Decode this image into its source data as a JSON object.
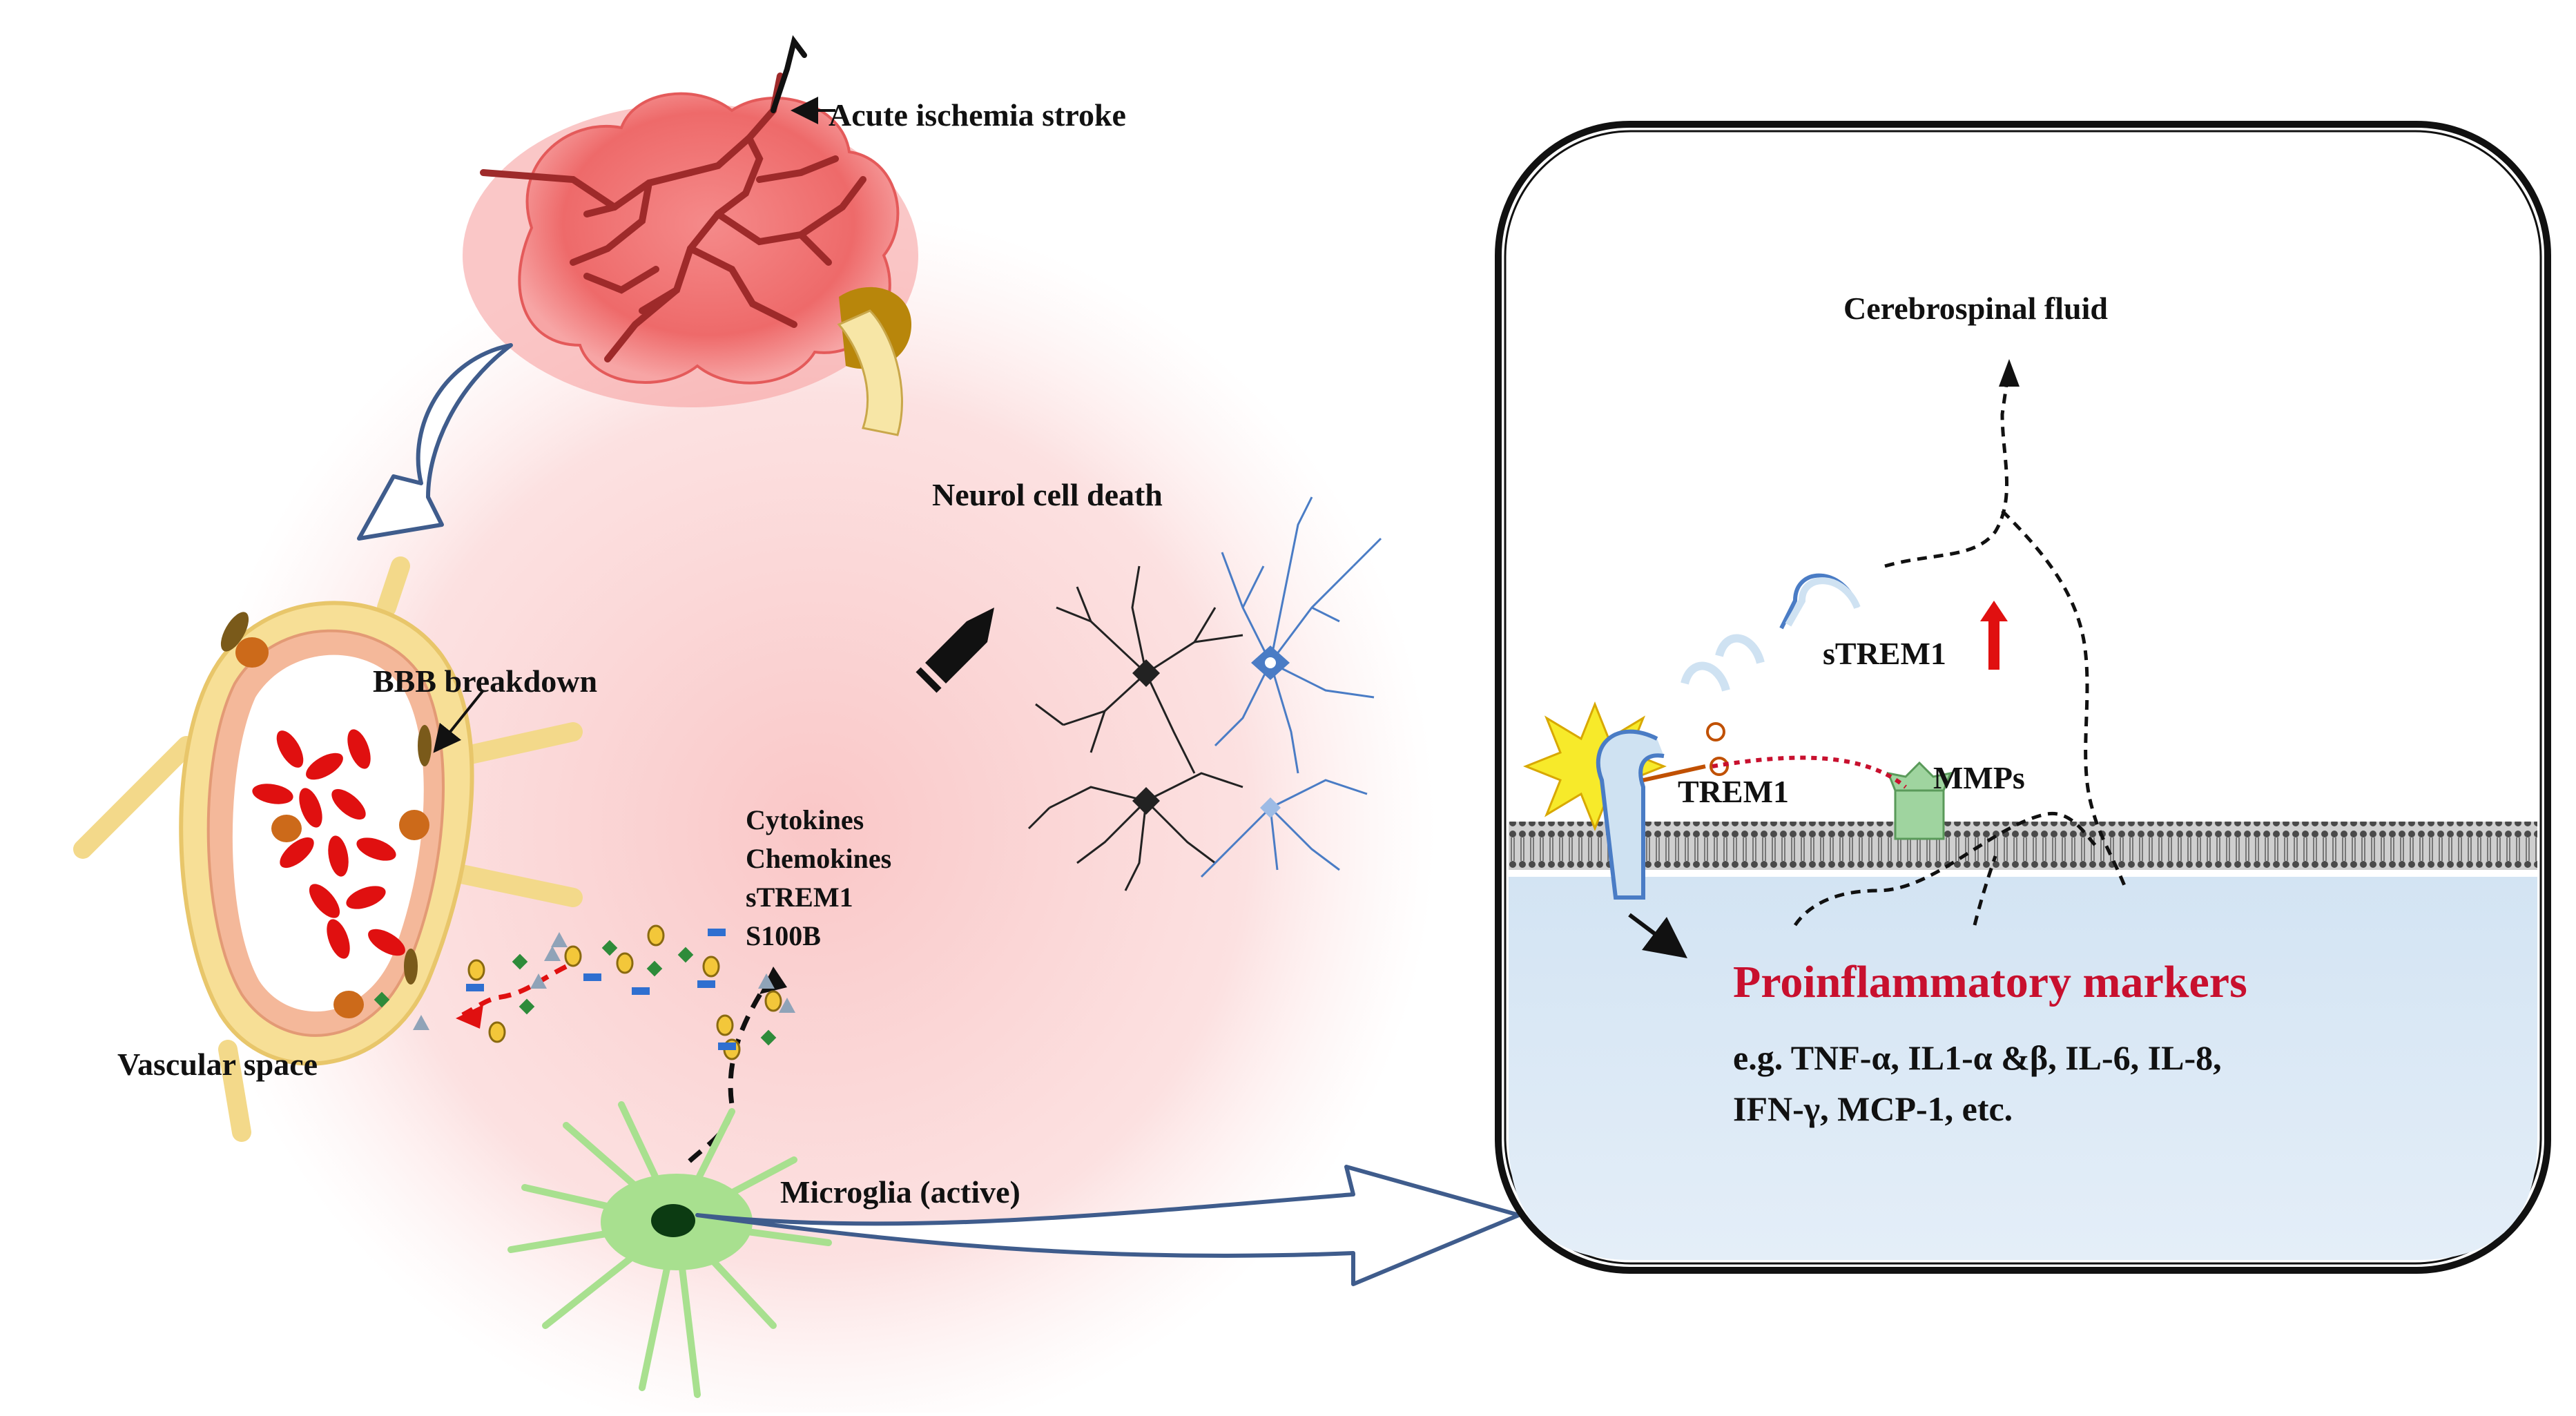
{
  "labels": {
    "stroke": "Acute ischemia stroke",
    "bbb": "BBB breakdown",
    "vascular": "Vascular space",
    "neuro": "Neurol cell death",
    "microglia": "Microglia (active)",
    "csf": "Cerebrospinal  fluid",
    "strem1_right": "sTREM1",
    "trem1": "TREM1",
    "mmps": "MMPs",
    "proinflammatory": "Proinflammatory markers",
    "examples_line1": "e.g. TNF-α, IL1-α &β, IL-6, IL-8,",
    "examples_line2": "IFN-γ, MCP-1, etc."
  },
  "released_factors": [
    "Cytokines",
    "Chemokines",
    "sTREM1",
    "S100B"
  ],
  "colors": {
    "glow": "#fbd3d3",
    "brain": "#f06b6b",
    "vessel": "#9e2a2a",
    "arrow_outline": "#3f5c8c",
    "microglia": "#a8e08f",
    "csf_fluid": "#d9e8f5",
    "highlight_red": "#c8102e",
    "membrane": "#6a6a6a"
  }
}
